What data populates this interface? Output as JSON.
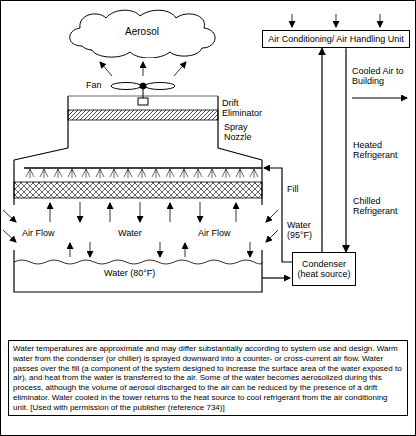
{
  "diagram": {
    "caption": "Water temperatures are approximate and may differ substantially according to system use and design. Warm water from the condenser (or chiller) is sprayed downward into a counter- or cross-current air flow. Water passes over the fill (a component of the system designed to increase the surface area of the water exposed to air), and heat from the water is transferred to the air. Some of the water becomes aerosolized during this process, although the volume of aerosol discharged to the air can be reduced by the presence of a drift eliminator. Water cooled in the tower returns to the heat source to cool refrigerant from the air conditioning unit. [Used with permission of the publisher (reference 734)]",
    "nodes": [
      {
        "text": [
          "Aerosol"
        ]
      },
      {
        "text": [
          "Air Conditioning/ Air Handling Unit"
        ]
      },
      {
        "text": [
          "Condenser (heat source)"
        ]
      }
    ],
    "edges": [
      {
        "from": 1,
        "to": 2,
        "arrow": "to",
        "label": "Heated Refrigerant"
      },
      {
        "from": 2,
        "to": 1,
        "arrow": "to",
        "label": "Chilled Refrigerant"
      }
    ],
    "labels": [
      "Fan",
      "Drift Eliminator",
      "Spray Nozzle",
      "Fill",
      "Air Flow",
      "Water",
      "Air Flow",
      "Water (95°F)",
      "Water (80°F)",
      "Cooled Air to Building"
    ]
  }
}
